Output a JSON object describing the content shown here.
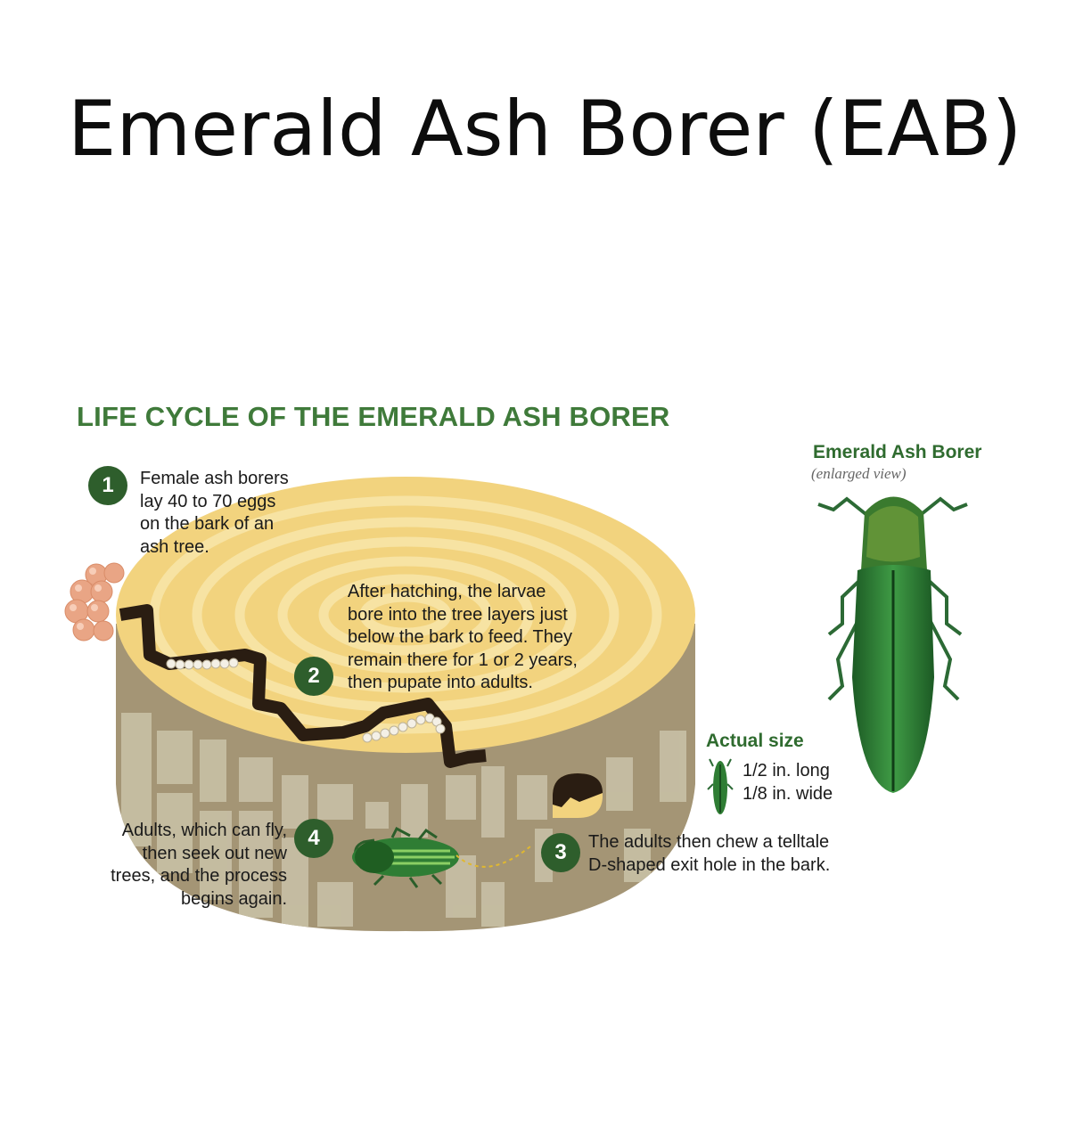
{
  "page": {
    "title": "Emerald Ash Borer (EAB)"
  },
  "diagram": {
    "title": "LIFE CYCLE OF THE EMERALD ASH BORER",
    "steps": [
      {
        "number": "1",
        "lines": [
          "Female ash borers",
          "lay 40 to 70 eggs",
          "on the bark of an",
          "ash tree."
        ]
      },
      {
        "number": "2",
        "lines": [
          "After hatching, the larvae",
          "bore into the tree layers just",
          "below the bark to feed. They",
          "remain there for 1 or 2 years,",
          "then pupate into adults."
        ]
      },
      {
        "number": "3",
        "lines": [
          "The adults then chew a telltale",
          "D-shaped exit hole in the bark."
        ]
      },
      {
        "number": "4",
        "lines": [
          "Adults, which can fly,",
          "then seek out new",
          "trees, and the process",
          "begins again."
        ]
      }
    ],
    "beetle": {
      "title": "Emerald Ash Borer",
      "subtitle": "(enlarged view)"
    },
    "actual_size": {
      "title": "Actual size",
      "length": "1/2 in. long",
      "width": "1/8 in. wide"
    }
  },
  "colors": {
    "title_green": "#3f7a3a",
    "badge_green": "#2e5e2c",
    "wood_top": "#f2d37e",
    "ring_light": "#f7e3a3",
    "bark": "#a49575",
    "bark_block": "#c8c0a6",
    "gallery": "#2a1d12",
    "egg": "#e9a585",
    "beetle_green": "#2f7d34"
  }
}
